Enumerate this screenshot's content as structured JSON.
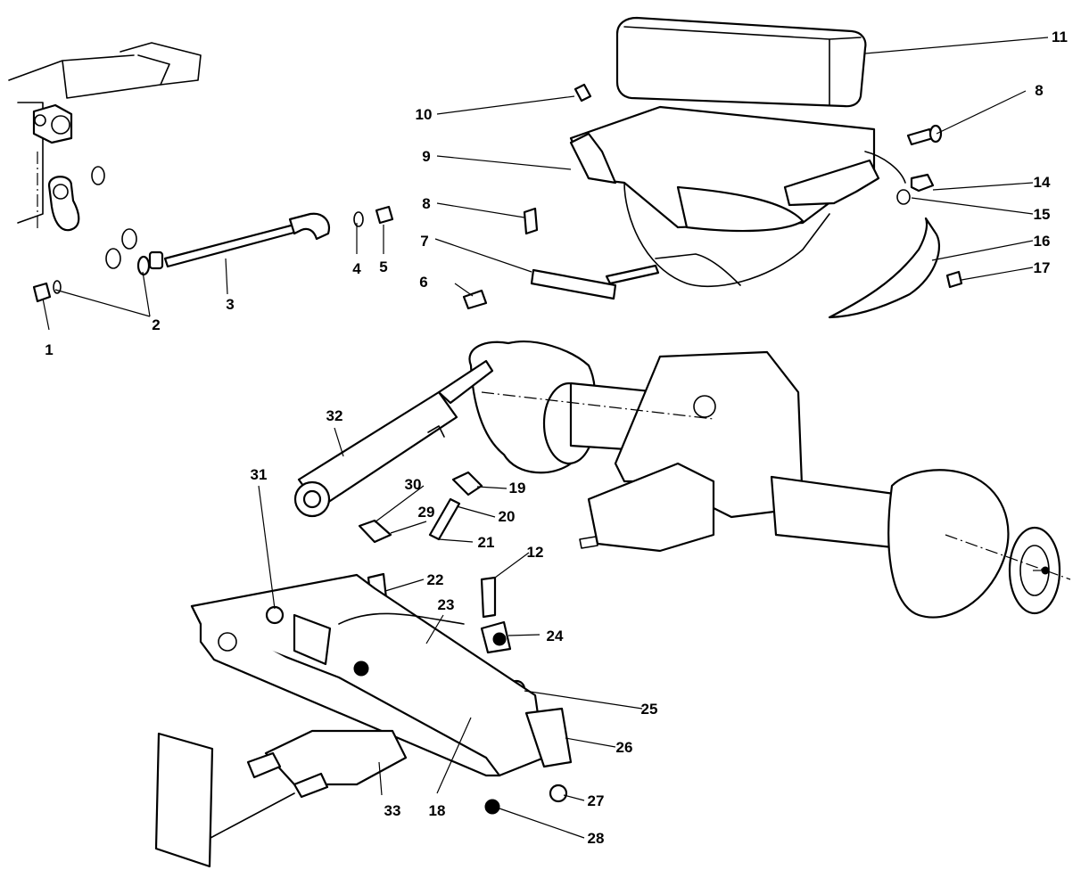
{
  "diagram": {
    "callouts": [
      {
        "id": "1",
        "label": "1"
      },
      {
        "id": "2",
        "label": "2"
      },
      {
        "id": "3",
        "label": "3"
      },
      {
        "id": "4",
        "label": "4"
      },
      {
        "id": "5",
        "label": "5"
      },
      {
        "id": "6",
        "label": "6"
      },
      {
        "id": "7",
        "label": "7"
      },
      {
        "id": "8a",
        "label": "8"
      },
      {
        "id": "8b",
        "label": "8"
      },
      {
        "id": "9",
        "label": "9"
      },
      {
        "id": "10",
        "label": "10"
      },
      {
        "id": "11",
        "label": "11"
      },
      {
        "id": "12",
        "label": "12"
      },
      {
        "id": "14",
        "label": "14"
      },
      {
        "id": "15",
        "label": "15"
      },
      {
        "id": "16",
        "label": "16"
      },
      {
        "id": "17",
        "label": "17"
      },
      {
        "id": "18",
        "label": "18"
      },
      {
        "id": "19",
        "label": "19"
      },
      {
        "id": "20",
        "label": "20"
      },
      {
        "id": "21",
        "label": "21"
      },
      {
        "id": "22",
        "label": "22"
      },
      {
        "id": "23",
        "label": "23"
      },
      {
        "id": "24",
        "label": "24"
      },
      {
        "id": "25",
        "label": "25"
      },
      {
        "id": "26",
        "label": "26"
      },
      {
        "id": "27",
        "label": "27"
      },
      {
        "id": "28",
        "label": "28"
      },
      {
        "id": "29",
        "label": "29"
      },
      {
        "id": "30",
        "label": "30"
      },
      {
        "id": "31",
        "label": "31"
      },
      {
        "id": "32",
        "label": "32"
      },
      {
        "id": "33",
        "label": "33"
      }
    ]
  }
}
